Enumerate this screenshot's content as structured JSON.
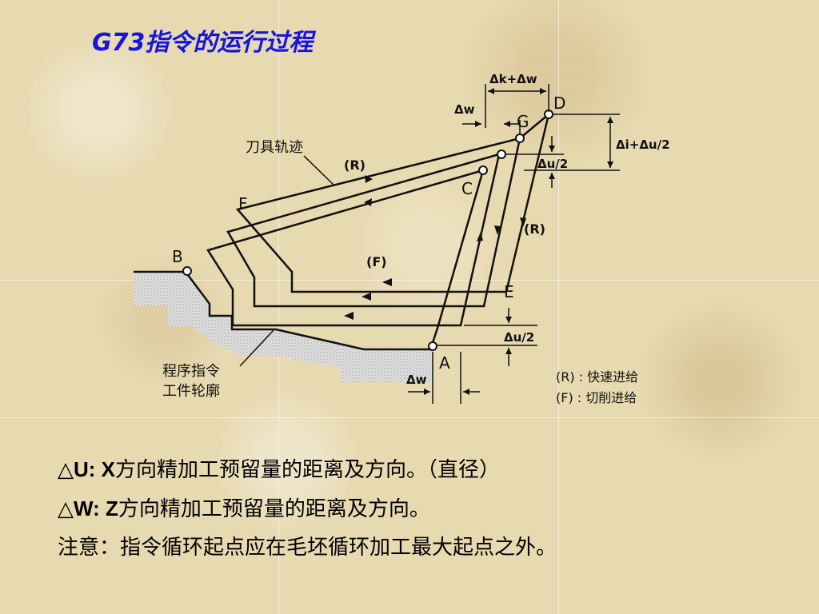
{
  "title": "G73指令的运行过程",
  "diagram": {
    "points": {
      "A": "A",
      "B": "B",
      "C": "C",
      "D": "D",
      "E": "E",
      "F": "F",
      "G": "G"
    },
    "labels": {
      "tool_path": "刀具轨迹",
      "program_line1": "程序指令",
      "program_line2": "工件轮廓",
      "r_top": "(R)",
      "r_right": "(R)",
      "f_bottom": "(F)",
      "dk_dw": "Δk+Δw",
      "dw_top": "Δw",
      "di_du2": "Δi+Δu/2",
      "du2_top": "Δu/2",
      "du2_bottom": "Δu/2",
      "dw_bottom": "Δw"
    },
    "legend": {
      "r": "(R) : 快速进给",
      "f": "(F) : 切削进给"
    }
  },
  "notes": [
    {
      "sym": "△",
      "key": "U: X",
      "text": "方向精加工预留量的距离及方向。（直径）"
    },
    {
      "sym": "△",
      "key": "W: Z",
      "text": "方向精加工预留量的距离及方向。"
    },
    {
      "sym": "",
      "key": "",
      "text": "注意：指令循环起点应在毛坯循环加工最大起点之外。"
    }
  ],
  "colors": {
    "title": "#1515e0",
    "background": "#e7d9b0"
  }
}
